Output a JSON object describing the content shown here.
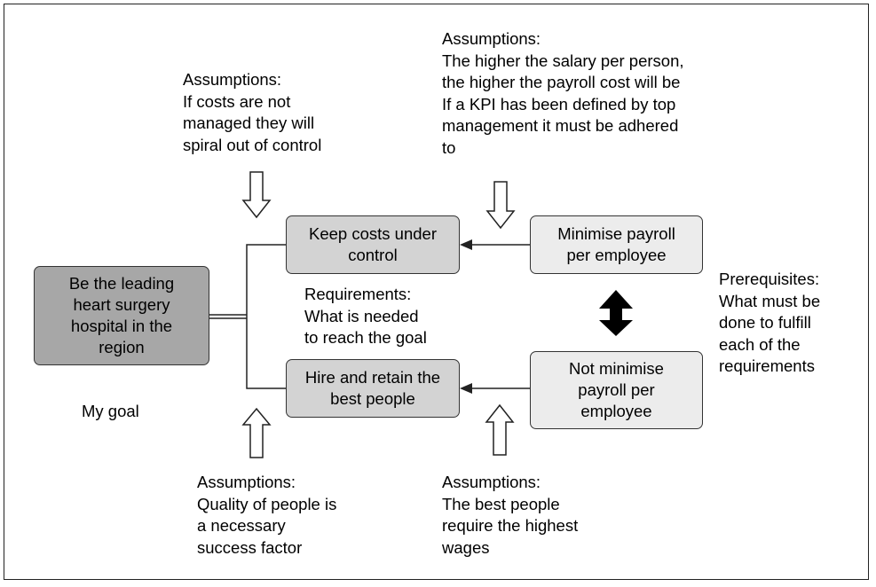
{
  "goal": {
    "box_text": "Be the leading\nheart surgery\nhospital in the\nregion",
    "label": "My goal"
  },
  "requirements": {
    "top": "Keep costs under\ncontrol",
    "bottom": "Hire and retain the\nbest people",
    "caption": "Requirements:\nWhat is needed\nto reach the goal"
  },
  "prerequisites": {
    "top": "Minimise payroll\nper employee",
    "bottom": "Not minimise\npayroll per\nemployee",
    "caption": "Prerequisites:\nWhat must be\ndone to fulfill\neach of the\nrequirements"
  },
  "assumptions": {
    "costs": "Assumptions:\nIf costs are not\nmanaged they will\nspiral out of control",
    "payroll": "Assumptions:\nThe higher the salary per person,\nthe higher the payroll cost will be\nIf a KPI has been defined by top\nmanagement it must be adhered\nto",
    "people": "Assumptions:\nQuality of people is\na necessary\nsuccess factor",
    "wages": "Assumptions:\nThe best people\nrequire the highest\nwages"
  }
}
